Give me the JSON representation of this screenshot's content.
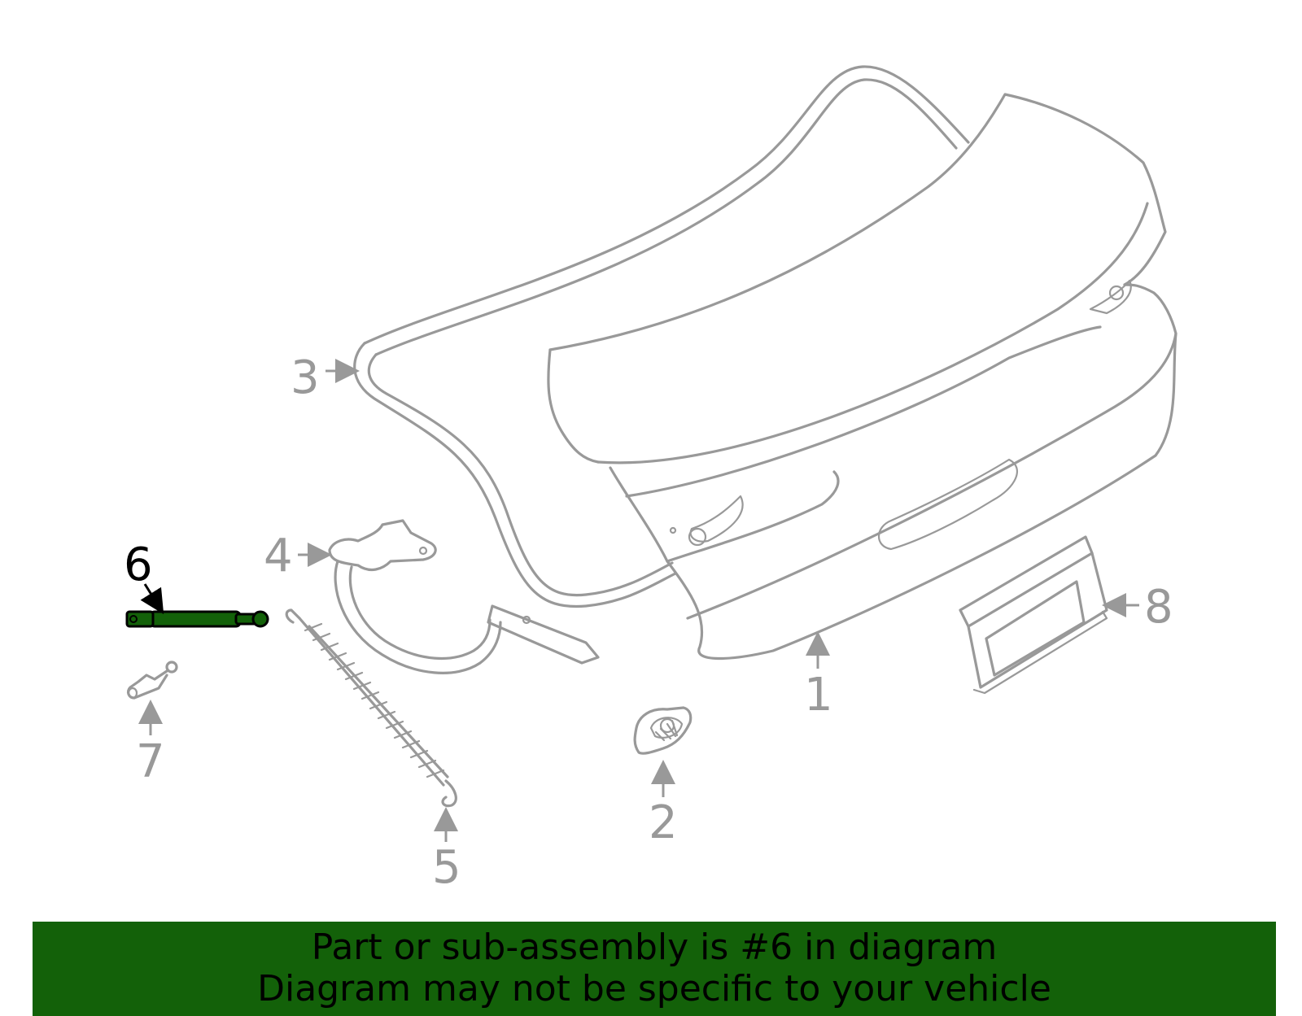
{
  "diagram": {
    "highlight_color": "#136109",
    "line_color": "#999999",
    "callouts": [
      {
        "id": "1",
        "label": "1"
      },
      {
        "id": "2",
        "label": "2"
      },
      {
        "id": "3",
        "label": "3"
      },
      {
        "id": "4",
        "label": "4"
      },
      {
        "id": "5",
        "label": "5"
      },
      {
        "id": "6",
        "label": "6",
        "highlighted": true
      },
      {
        "id": "7",
        "label": "7"
      },
      {
        "id": "8",
        "label": "8"
      }
    ]
  },
  "banner": {
    "line1": "Part or sub-assembly is #6 in diagram",
    "line2": "Diagram may not be specific to your vehicle",
    "background": "#136109"
  }
}
